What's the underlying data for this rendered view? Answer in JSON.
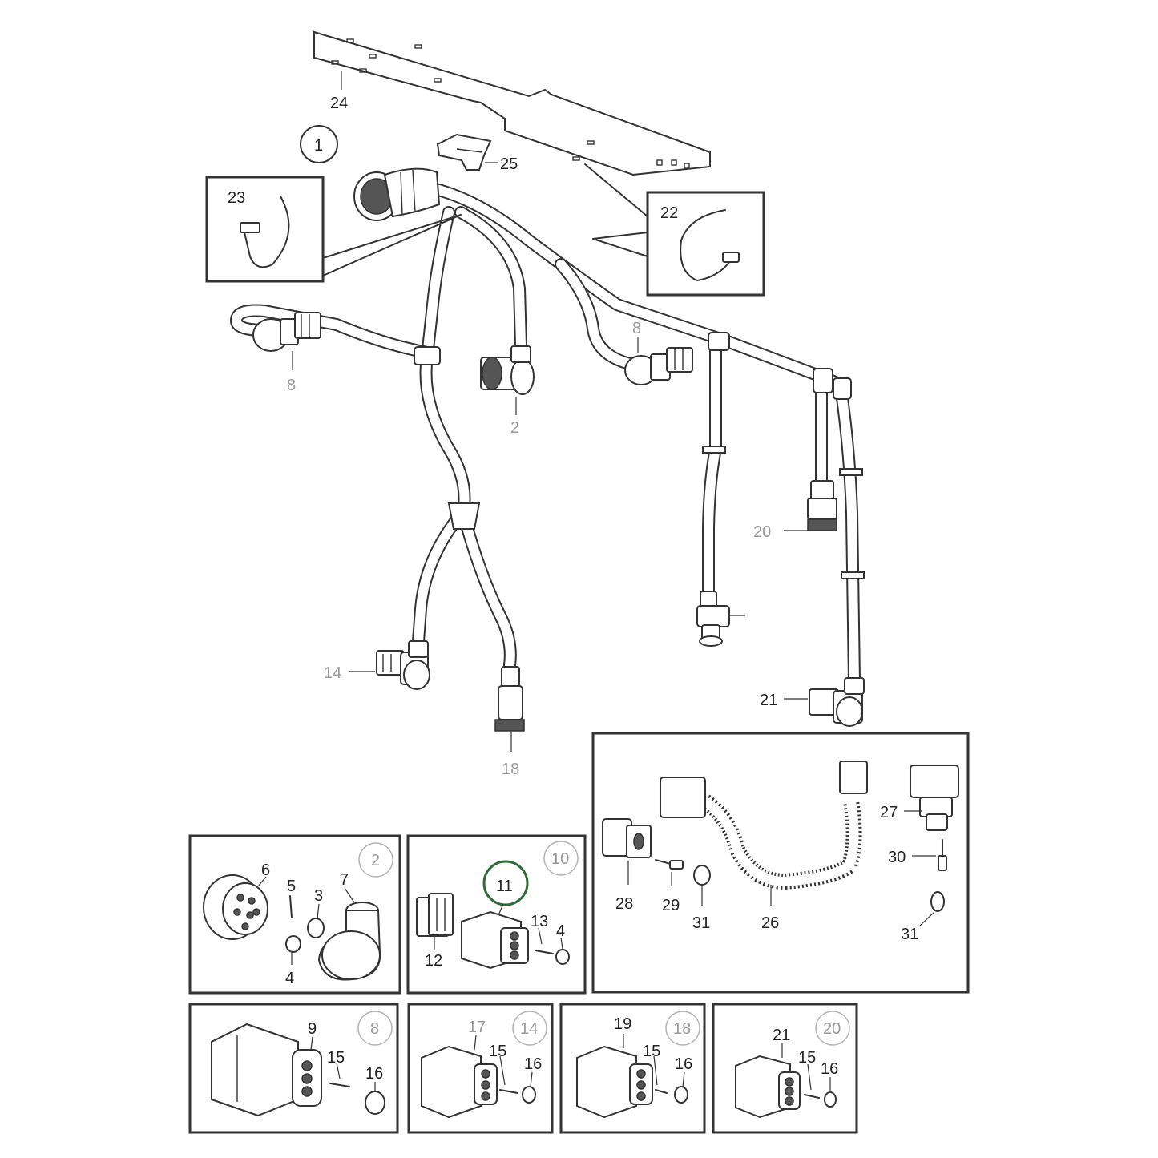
{
  "callouts": {
    "c1": "1",
    "c2": "2",
    "c3": "3",
    "c4a": "4",
    "c4b": "4",
    "c5": "5",
    "c6": "6",
    "c7": "7",
    "c8a": "8",
    "c8b": "8",
    "c8c": "8",
    "c9": "9",
    "c10": "10",
    "c11": "11",
    "c12": "12",
    "c13": "13",
    "c14a": "14",
    "c14b": "14",
    "c15a": "15",
    "c15b": "15",
    "c15c": "15",
    "c15d": "15",
    "c16a": "16",
    "c16b": "16",
    "c16c": "16",
    "c16d": "16",
    "c17": "17",
    "c18a": "18",
    "c18b": "18",
    "c19": "19",
    "c20a": "20",
    "c20b": "20",
    "c21a": "21",
    "c21b": "21",
    "c22": "22",
    "c23": "23",
    "c24": "24",
    "c25": "25",
    "c26": "26",
    "c27": "27",
    "c28": "28",
    "c29": "29",
    "c30": "30",
    "c31a": "31",
    "c31b": "31",
    "c2box": "2"
  },
  "colors": {
    "line": "#333333",
    "muted_label": "#9a9a9a",
    "highlight_ring": "#2e6b35"
  }
}
